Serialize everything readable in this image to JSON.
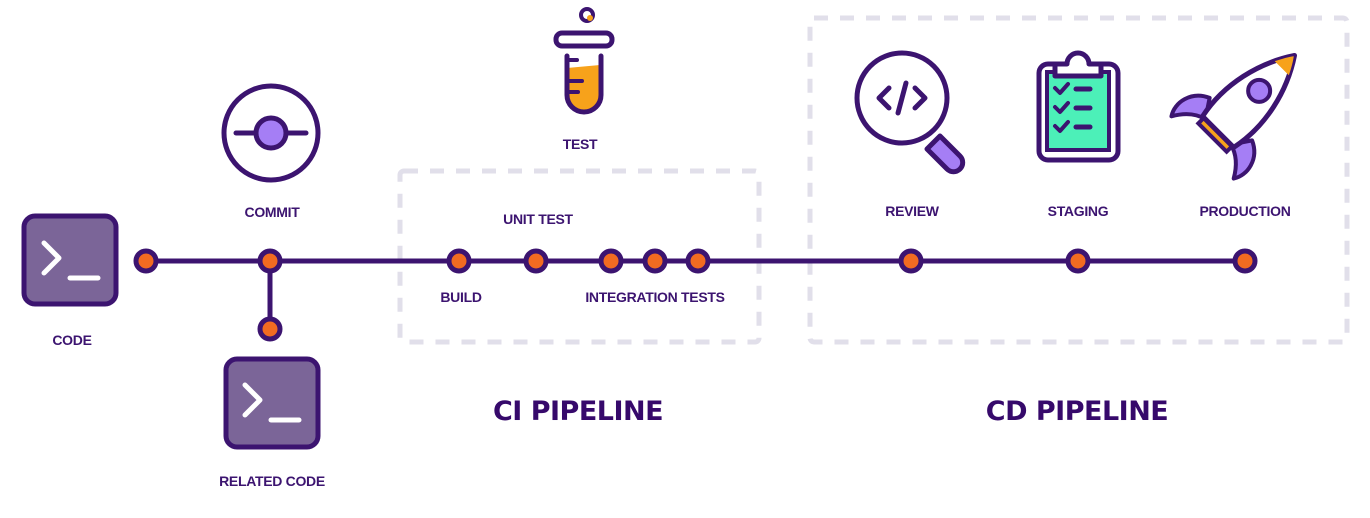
{
  "diagram": {
    "title": "CI/CD Pipeline",
    "colors": {
      "primary": "#3c1470",
      "node_fill": "#f26b21",
      "terminal_fill": "#7b6598",
      "accent_purple": "#a57ef5",
      "accent_orange": "#f7a21b",
      "accent_green": "#4cf0b8",
      "dashed_border": "#e1dfea"
    },
    "nodes": [
      {
        "id": "code",
        "label": "CODE",
        "icon": "terminal-icon"
      },
      {
        "id": "commit",
        "label": "COMMIT",
        "icon": "commit-icon"
      },
      {
        "id": "related-code",
        "label": "RELATED CODE",
        "icon": "terminal-icon"
      },
      {
        "id": "test",
        "label": "TEST",
        "icon": "test-tube-icon"
      },
      {
        "id": "build",
        "label": "BUILD"
      },
      {
        "id": "unit-test",
        "label": "UNIT TEST"
      },
      {
        "id": "integration-tests",
        "label": "INTEGRATION TESTS"
      },
      {
        "id": "review",
        "label": "REVIEW",
        "icon": "code-review-magnifier-icon"
      },
      {
        "id": "staging",
        "label": "STAGING",
        "icon": "clipboard-checklist-icon"
      },
      {
        "id": "production",
        "label": "PRODUCTION",
        "icon": "rocket-icon"
      }
    ],
    "groups": [
      {
        "id": "ci",
        "label": "CI PIPELINE",
        "contains": [
          "build",
          "unit-test",
          "integration-tests"
        ]
      },
      {
        "id": "cd",
        "label": "CD PIPELINE",
        "contains": [
          "review",
          "staging",
          "production"
        ]
      }
    ],
    "edges": [
      {
        "from": "code",
        "to": "commit"
      },
      {
        "from": "commit",
        "to": "related-code"
      },
      {
        "from": "commit",
        "to": "build"
      },
      {
        "from": "build",
        "to": "unit-test"
      },
      {
        "from": "unit-test",
        "to": "integration-tests"
      },
      {
        "from": "integration-tests",
        "to": "review"
      },
      {
        "from": "review",
        "to": "staging"
      },
      {
        "from": "staging",
        "to": "production"
      }
    ]
  }
}
